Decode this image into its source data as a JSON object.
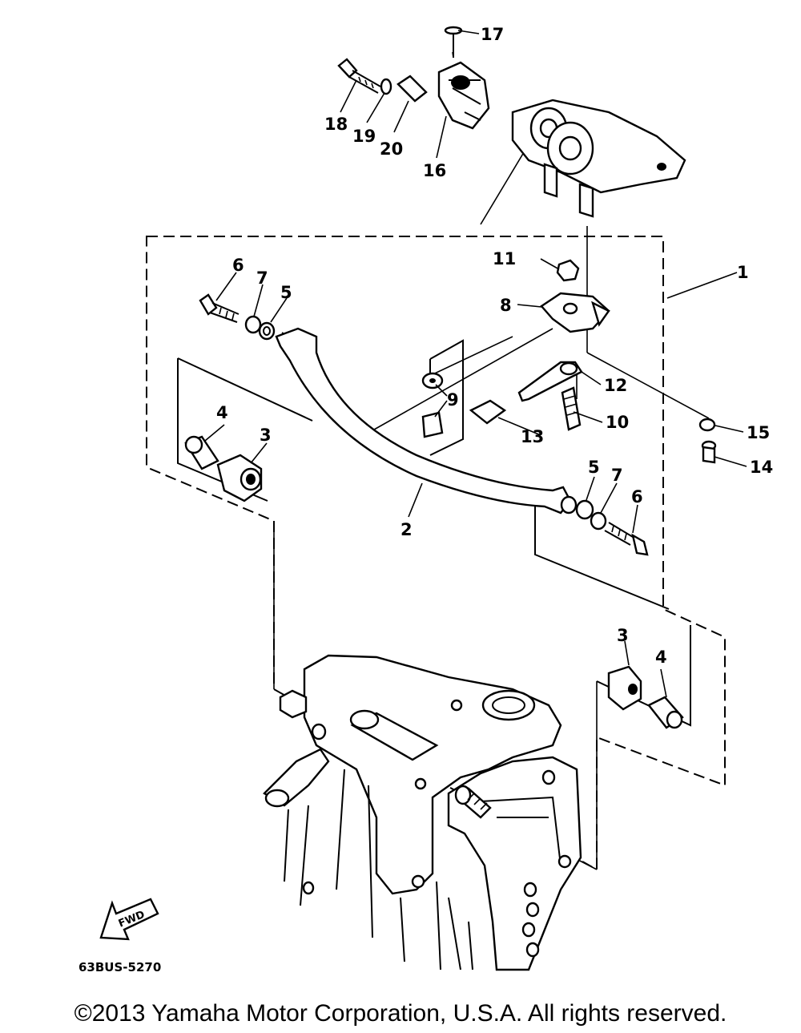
{
  "diagram": {
    "callouts": [
      {
        "id": "c1",
        "text": "1"
      },
      {
        "id": "c2",
        "text": "2"
      },
      {
        "id": "c3a",
        "text": "3"
      },
      {
        "id": "c3b",
        "text": "3"
      },
      {
        "id": "c4a",
        "text": "4"
      },
      {
        "id": "c4b",
        "text": "4"
      },
      {
        "id": "c5a",
        "text": "5"
      },
      {
        "id": "c5b",
        "text": "5"
      },
      {
        "id": "c6a",
        "text": "6"
      },
      {
        "id": "c6b",
        "text": "6"
      },
      {
        "id": "c7a",
        "text": "7"
      },
      {
        "id": "c7b",
        "text": "7"
      },
      {
        "id": "c8",
        "text": "8"
      },
      {
        "id": "c9",
        "text": "9"
      },
      {
        "id": "c10",
        "text": "10"
      },
      {
        "id": "c11",
        "text": "11"
      },
      {
        "id": "c12",
        "text": "12"
      },
      {
        "id": "c13",
        "text": "13"
      },
      {
        "id": "c14",
        "text": "14"
      },
      {
        "id": "c15",
        "text": "15"
      },
      {
        "id": "c16",
        "text": "16"
      },
      {
        "id": "c17",
        "text": "17"
      },
      {
        "id": "c18",
        "text": "18"
      },
      {
        "id": "c19",
        "text": "19"
      },
      {
        "id": "c20",
        "text": "20"
      }
    ],
    "fwd_label": "FWD",
    "diagram_code": "63BUS-5270"
  },
  "footer": {
    "copyright": "©2013 Yamaha Motor Corporation, U.S.A. All rights reserved."
  }
}
